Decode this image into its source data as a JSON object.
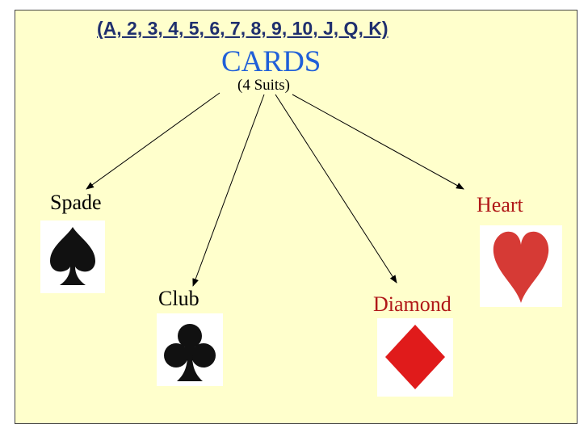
{
  "header": {
    "ranks": "(A, 2, 3, 4, 5, 6, 7, 8, 9, 10, J, Q, K)",
    "title": "CARDS",
    "subtitle": "(4 Suits)"
  },
  "suits": [
    {
      "label": "Spade",
      "icon": "spade-icon",
      "color": "#000000"
    },
    {
      "label": "Club",
      "icon": "club-icon",
      "color": "#000000"
    },
    {
      "label": "Diamond",
      "icon": "diamond-icon",
      "color": "#b01818"
    },
    {
      "label": "Heart",
      "icon": "heart-icon",
      "color": "#b01818"
    }
  ],
  "colors": {
    "background": "#ffffcc",
    "title": "#2060d8",
    "ranks": "#1f2f6e",
    "red_suit_fill": "#e01b1b",
    "heart_fill": "#d63a35",
    "black_suit_fill": "#111111"
  }
}
